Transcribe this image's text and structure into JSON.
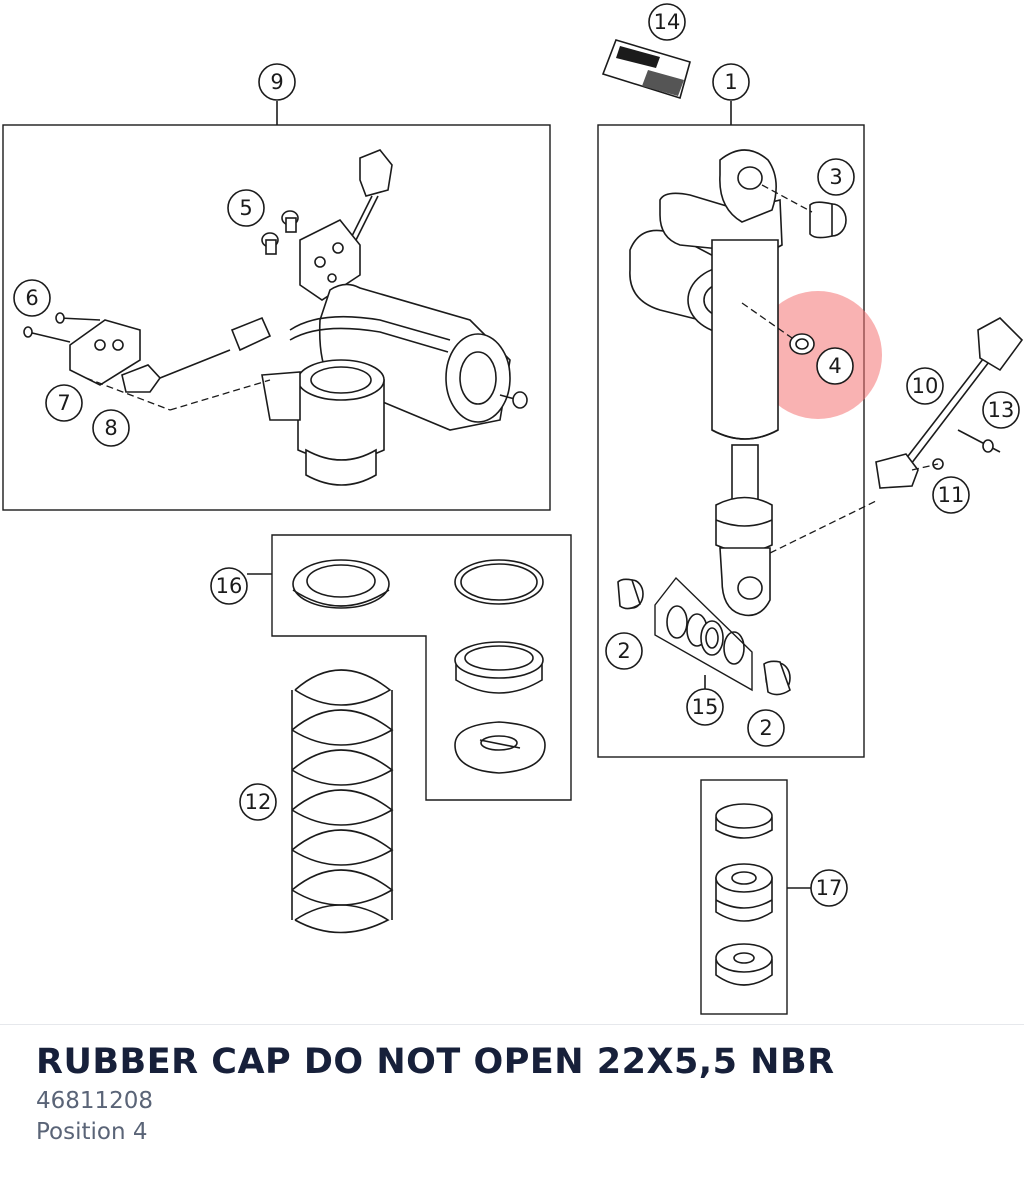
{
  "part": {
    "title": "RUBBER CAP DO NOT OPEN 22X5,5 NBR",
    "number": "46811208",
    "position": "Position 4"
  },
  "highlight_color": "#f47272",
  "highlighted_position": "4",
  "callouts": [
    "1",
    "2",
    "2",
    "3",
    "4",
    "5",
    "6",
    "7",
    "8",
    "9",
    "10",
    "11",
    "12",
    "13",
    "14",
    "15",
    "16",
    "17"
  ]
}
